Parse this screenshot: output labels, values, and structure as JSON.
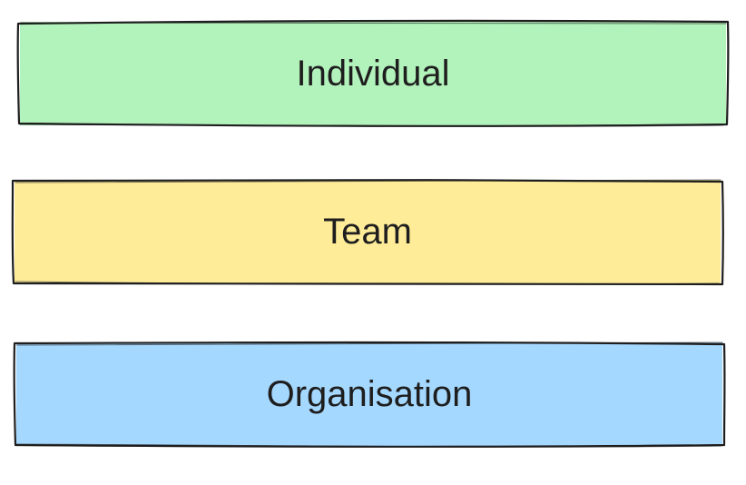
{
  "boxes": [
    {
      "label": "Individual",
      "fill": "#b2f2bb"
    },
    {
      "label": "Team",
      "fill": "#ffec99"
    },
    {
      "label": "Organisation",
      "fill": "#a5d8ff"
    }
  ],
  "colors": {
    "stroke": "#1e1e1e",
    "text": "#1e1e1e"
  }
}
